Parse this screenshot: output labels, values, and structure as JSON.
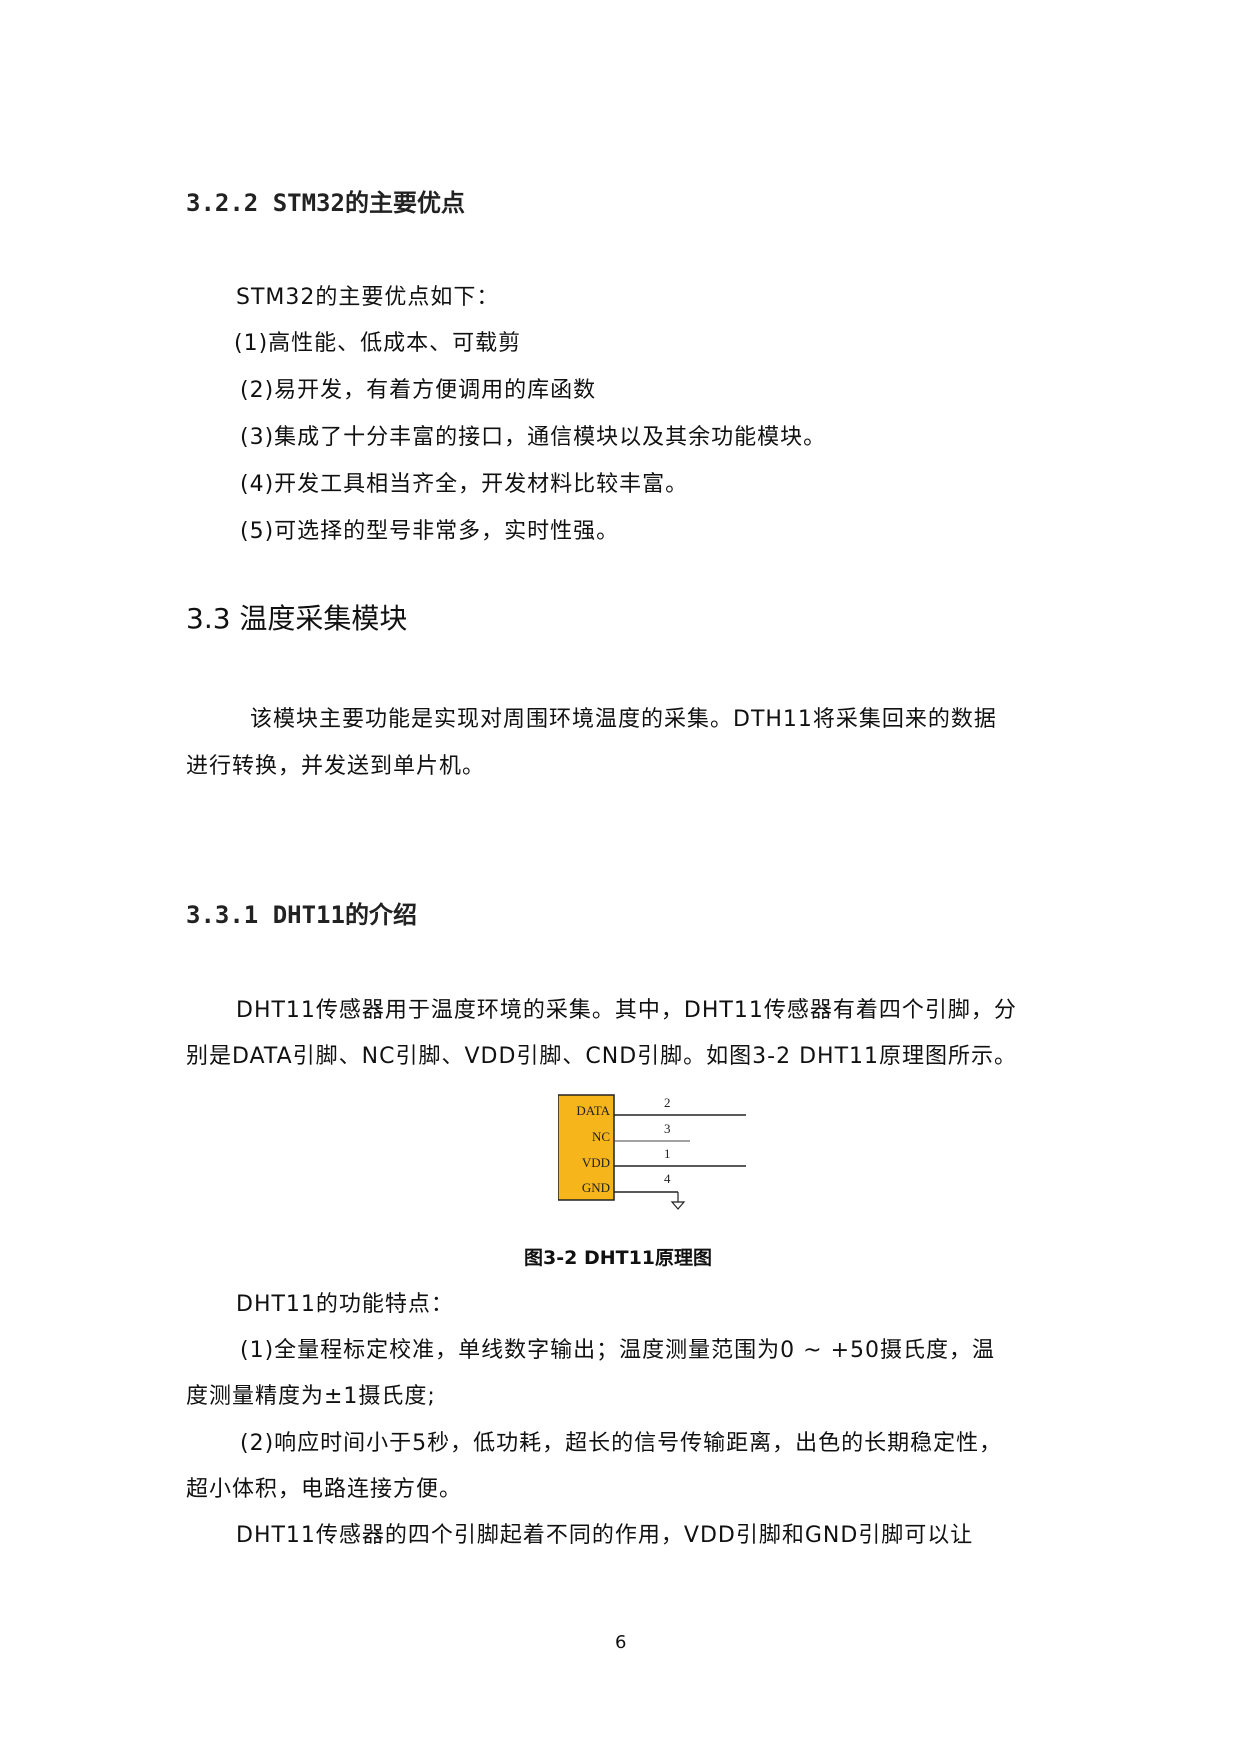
{
  "page": {
    "sections": [
      {
        "id": "3.2.2",
        "title": "3.2.2 STM32的主要优点"
      },
      {
        "id": "3.3",
        "title": "3.3 温度采集模块"
      },
      {
        "id": "3.3.1",
        "title": "3.3.1 DHT11的介绍"
      }
    ],
    "stm32": {
      "intro": "STM32的主要优点如下：",
      "items": [
        "(1)高性能、低成本、可载剪",
        "(2)易开发，有着方便调用的库函数",
        "(3)集成了十分丰富的接口，通信模块以及其余功能模块。",
        "(4)开发工具相当齐全，开发材料比较丰富。",
        "(5)可选择的型号非常多，实时性强。"
      ]
    },
    "temp_module": {
      "line1": "该模块主要功能是实现对周围环境温度的采集。DTH11将采集回来的数据",
      "line2": "进行转换，并发送到单片机。"
    },
    "dht11": {
      "para1_line1": "DHT11传感器用于温度环境的采集。其中，DHT11传感器有着四个引脚，分",
      "para1_line2": "别是DATA引脚、NC引脚、VDD引脚、CND引脚。如图3-2 DHT11原理图所示。",
      "figure": {
        "caption": "图3-2 DHT11原理图",
        "pins": [
          {
            "label": "DATA",
            "number": "2"
          },
          {
            "label": "NC",
            "number": "3"
          },
          {
            "label": "VDD",
            "number": "1"
          },
          {
            "label": "GND",
            "number": "4"
          }
        ],
        "box_color": "#F5B51B"
      },
      "features_title": "DHT11的功能特点：",
      "feature1_line1": "(1)全量程标定校准，单线数字输出；温度测量范围为0 ~ +50摄氏度，温",
      "feature1_line2": "度测量精度为±1摄氏度;",
      "feature2_line1": "(2)响应时间小于5秒，低功耗，超长的信号传输距离，出色的长期稳定性，",
      "feature2_line2": "超小体积，电路连接方便。",
      "pins_line": "DHT11传感器的四个引脚起着不同的作用，VDD引脚和GND引脚可以让"
    },
    "page_number": "6"
  }
}
